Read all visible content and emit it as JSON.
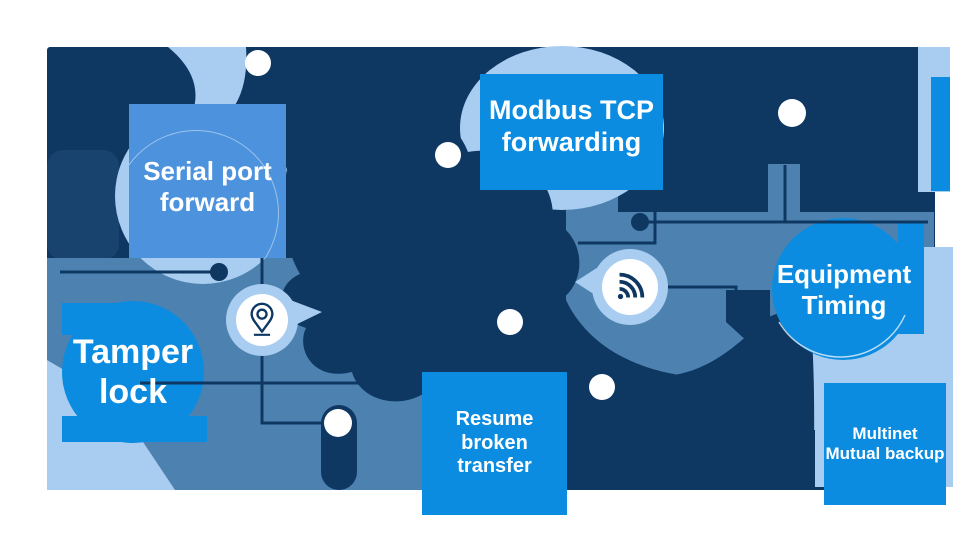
{
  "figure": {
    "features": [
      {
        "id": "serial-port-forward",
        "label": "Serial port\nforward"
      },
      {
        "id": "modbus-tcp-forwarding",
        "label": "Modbus TCP\nforwarding"
      },
      {
        "id": "tamper-lock",
        "label": "Tamper\nlock"
      },
      {
        "id": "equipment-timing",
        "label": "Equipment\nTiming"
      },
      {
        "id": "resume-broken-transfer",
        "label": "Resume\nbroken transfer"
      },
      {
        "id": "multinet-mutual-backup",
        "label": "Multinet\nMutual backup"
      }
    ],
    "icons": [
      {
        "name": "location-pin-icon"
      },
      {
        "name": "wifi-signal-icon"
      }
    ],
    "colors": {
      "navy": "#0E3862",
      "steel_blue": "#4D82B0",
      "light_blue": "#A9CDF0",
      "bright_blue": "#0B8CE0",
      "medium_blue": "#4C92DC",
      "text": "#FFFFFF"
    }
  }
}
